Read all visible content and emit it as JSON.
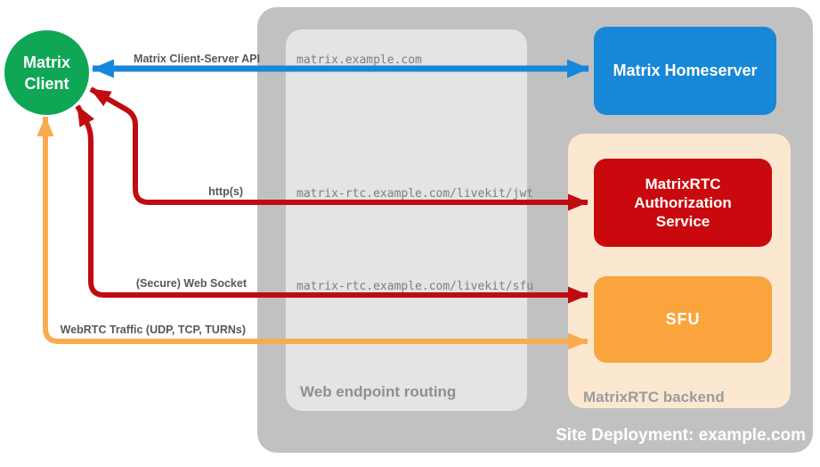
{
  "canvas": {
    "background": "#FFFFFF"
  },
  "containers": {
    "deployment": {
      "label": "Site Deployment: example.com",
      "color": "#C1C1C1"
    },
    "routing": {
      "label": "Web endpoint routing",
      "color": "#E4E4E4"
    },
    "backend": {
      "label": "MatrixRTC backend",
      "color": "#FCE8D1"
    }
  },
  "nodes": {
    "client": {
      "line1": "Matrix",
      "line2": "Client",
      "color": "#0FA655"
    },
    "homeserver": {
      "label": "Matrix Homeserver",
      "color": "#1787D8"
    },
    "auth_service": {
      "label": "MatrixRTC Authorization Service",
      "color": "#C9090D"
    },
    "sfu": {
      "label": "SFU",
      "color": "#F9A43C"
    }
  },
  "endpoints": [
    {
      "host": "matrix.example.com"
    },
    {
      "host": "matrix-rtc.example.com/livekit/jwt"
    },
    {
      "host": "matrix-rtc.example.com/livekit/sfu"
    }
  ],
  "connections": [
    {
      "label": "Matrix Client-Server API",
      "color": "#1787D8",
      "from": "Matrix Client",
      "to": "Matrix Homeserver",
      "bidirectional": true
    },
    {
      "label": "http(s)",
      "color": "#C00C10",
      "from": "Matrix Client",
      "to": "MatrixRTC Authorization Service",
      "bidirectional": true
    },
    {
      "label": "(Secure) Web Socket",
      "color": "#C00C10",
      "from": "Matrix Client",
      "to": "SFU",
      "bidirectional": true
    },
    {
      "label": "WebRTC Traffic (UDP, TCP, TURNs)",
      "color": "#F9AC4F",
      "from": "Matrix Client",
      "to": "SFU",
      "bidirectional": true
    }
  ]
}
